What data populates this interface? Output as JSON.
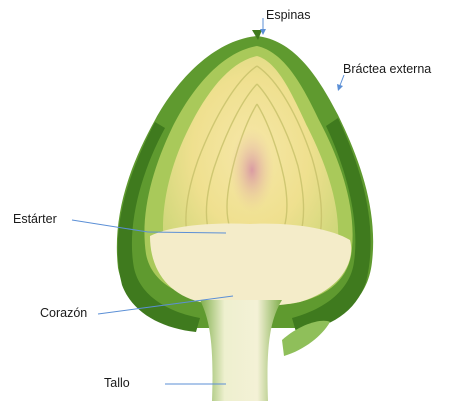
{
  "labels": {
    "espinas": "Espinas",
    "bractea_externa": "Bráctea externa",
    "estarter": "Estárter",
    "corazon": "Corazón",
    "tallo": "Tallo"
  },
  "colors": {
    "leader_line": "#5b8fd6",
    "outer_bract": "#5f9a2f",
    "outer_bract_dark": "#3f7a1e",
    "inner_flesh": "#f3e9b5",
    "heart": "#f7f0d3",
    "choke": "#c9869a"
  }
}
